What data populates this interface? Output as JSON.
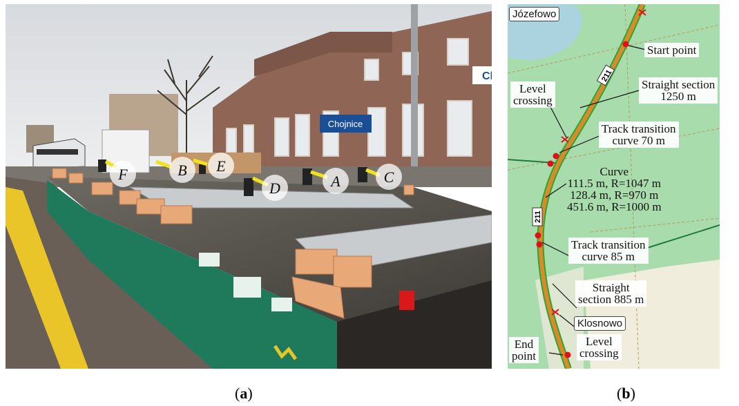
{
  "captions": {
    "a": "(a)",
    "a_letter": "a",
    "b": "(b)",
    "b_letter": "b"
  },
  "photo": {
    "station_sign": "Chojnice",
    "sign_partial": "Cl",
    "sensor_labels": [
      "F",
      "B",
      "E",
      "D",
      "A",
      "C"
    ],
    "colors": {
      "sky": "#dfe3e6",
      "wagon": "#1e7a5a",
      "arrow": "#f2e21b",
      "platform_line": "#e9c52a",
      "sign": "#1a4f96"
    }
  },
  "map": {
    "town_top": "Józefowo",
    "town_bottom": "Klosnowo",
    "road_number": "211",
    "labels": {
      "start": "Start point",
      "straight1": [
        "Straight section",
        "1250 m"
      ],
      "level_crossing_1": [
        "Level",
        "crossing"
      ],
      "transition_1": [
        "Track transition",
        "curve 70 m"
      ],
      "curve": [
        "Curve",
        "111.5 m, R=1047 m",
        "128.4 m, R=970 m",
        "451.6 m, R=1000 m"
      ],
      "transition_2": [
        "Track transition",
        "curve 85 m"
      ],
      "straight2": [
        "Straight",
        "section 885 m"
      ],
      "level_crossing_2": [
        "Level",
        "crossing"
      ],
      "end": [
        "End",
        "point"
      ]
    },
    "colors": {
      "forest": "#a9dcac",
      "water": "#aad3df",
      "track": "#d88a2c",
      "rail_edge": "#2fa52f",
      "point": "#e0101a"
    }
  }
}
